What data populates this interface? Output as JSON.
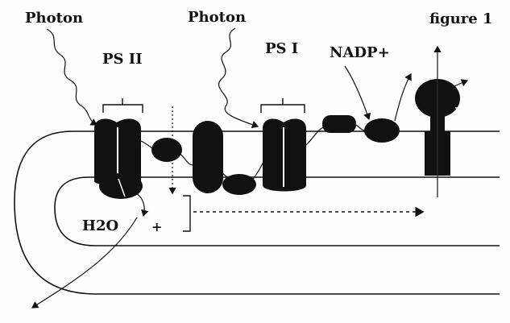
{
  "labels": {
    "photon_left": "Photon",
    "photon_right": "Photon",
    "ps2": "PS II",
    "ps1": "PS I",
    "nadp": "NADP+",
    "figure": "figure 1",
    "water": "H2O",
    "plus": "+"
  },
  "colors": {
    "ink": "#111111",
    "paper": "#fdfdfd"
  }
}
